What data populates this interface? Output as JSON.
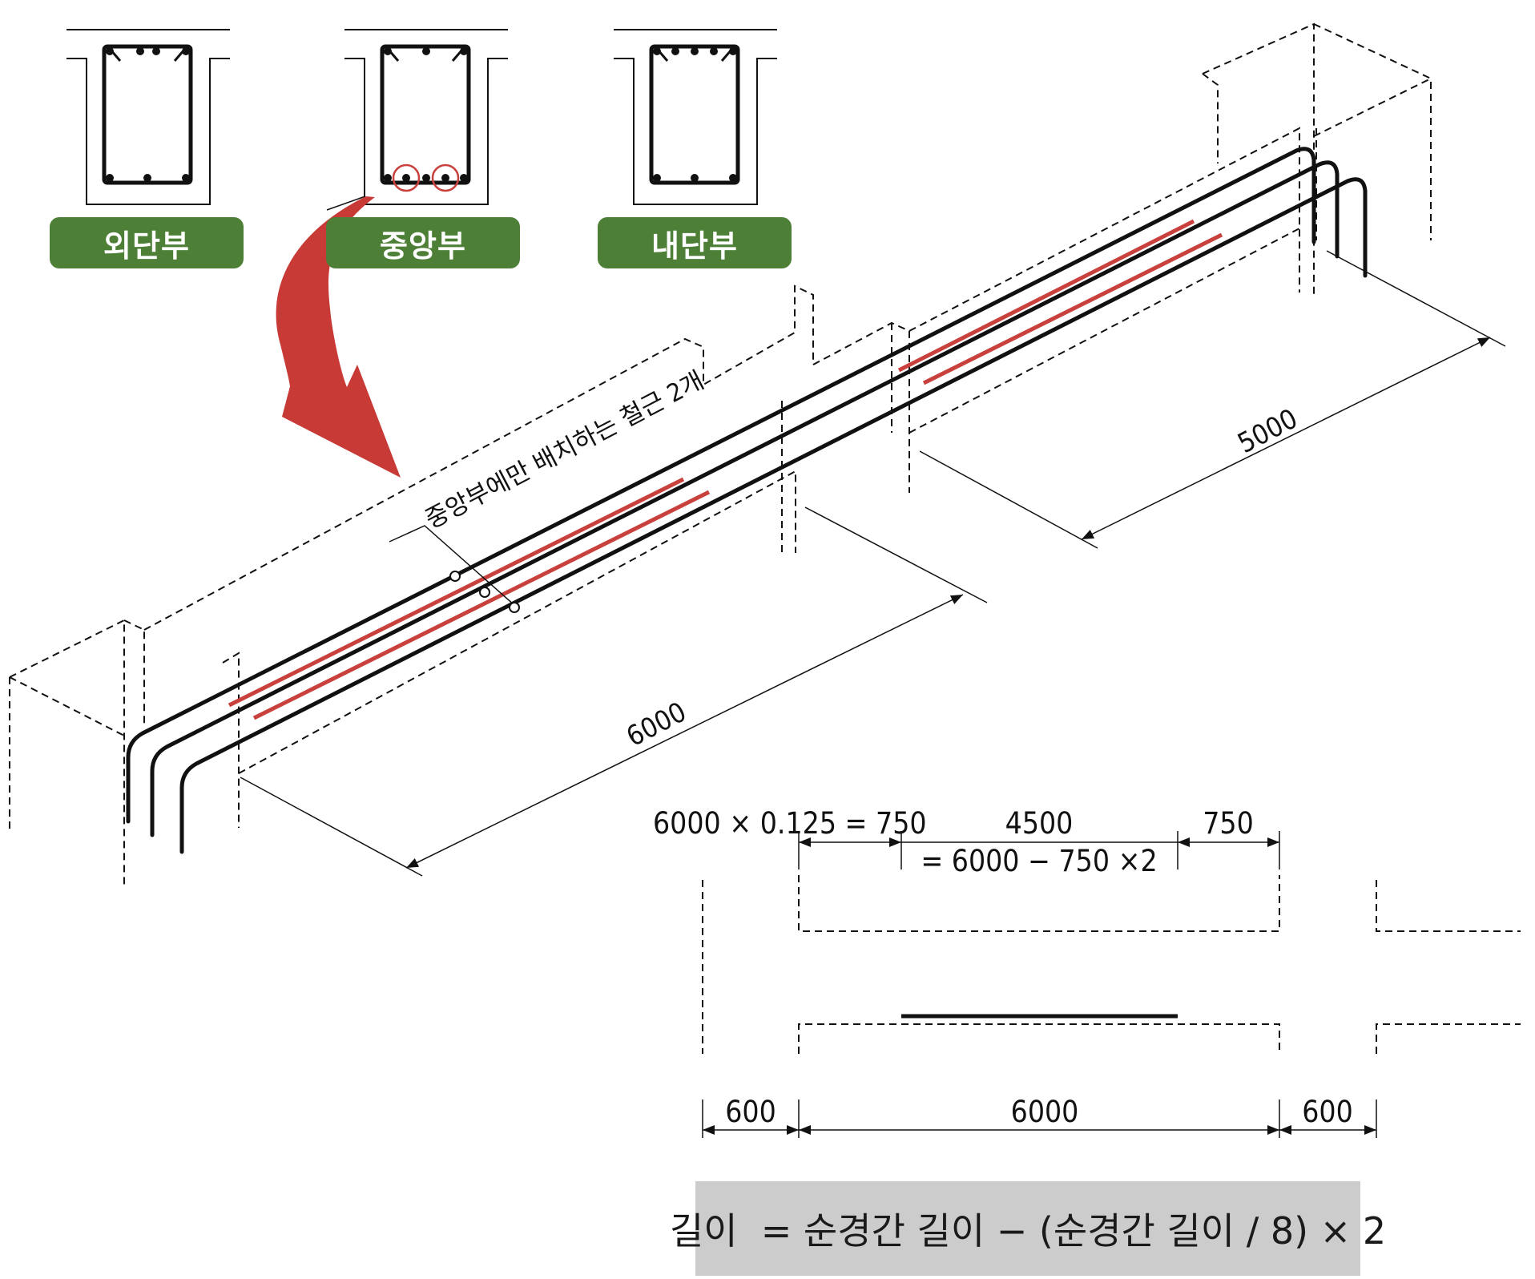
{
  "section_labels": {
    "outer": "외단부",
    "center": "중앙부",
    "inner": "내단부"
  },
  "annotation": "중앙부에만 배치하는 철근 2개",
  "dimensions": {
    "span_1": "6000",
    "span_2": "5000",
    "calc_end_left": "6000 × 0.125 = 750",
    "calc_middle": "4500",
    "calc_middle_formula": "= 6000 − 750 ×2",
    "calc_end_right": "750",
    "bottom_left": "600",
    "bottom_middle": "6000",
    "bottom_right": "600"
  },
  "formula": "길이  = 순경간 길이 − (순경간 길이 / 8) × 2",
  "colors": {
    "label_green": "#4d7f36",
    "rebar_red": "#c8413d",
    "arrow_red": "#c73a35",
    "formula_bg": "#cbcccb",
    "line_black": "#111111"
  }
}
